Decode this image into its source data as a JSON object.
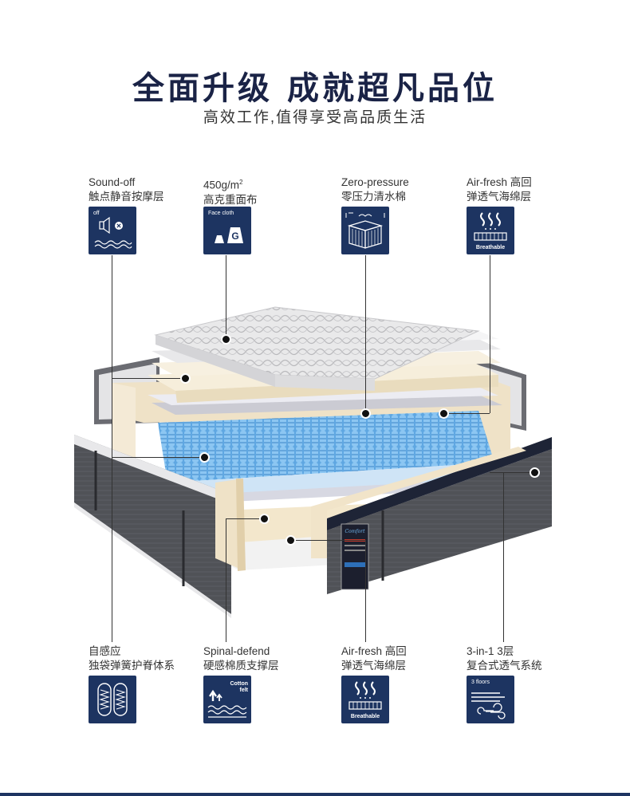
{
  "header": {
    "title": "全面升级  成就超凡品位",
    "subtitle": "高效工作,值得享受高品质生活"
  },
  "features_top": [
    {
      "en": "Sound-off",
      "zh": "触点静音按摩层",
      "icon": "sound-off-icon",
      "tile_text": "off"
    },
    {
      "en": "450g/m",
      "en_sup": "2",
      "zh": "高克重面布",
      "icon": "face-cloth-icon",
      "tile_text": "Face cloth",
      "glyph": "G"
    },
    {
      "en": "Zero-pressure",
      "zh": "零压力清水棉",
      "icon": "foam-cube-icon"
    },
    {
      "en": "Air-fresh 高回",
      "zh": "弹透气海绵层",
      "icon": "breathable-icon",
      "tile_text": "Breathable"
    }
  ],
  "features_bottom": [
    {
      "en": "自感应",
      "zh": "独袋弹簧护脊体系",
      "icon": "pocket-spring-icon"
    },
    {
      "en": "Spinal-defend",
      "zh": "硬感棉质支撑层",
      "icon": "cotton-felt-icon",
      "tile_text": "Cotton felt"
    },
    {
      "en": "Air-fresh 高回",
      "zh": "弹透气海绵层",
      "icon": "breathable-icon",
      "tile_text": "Breathable"
    },
    {
      "en": "3-in-1 3层",
      "zh": "复合式透气系统",
      "icon": "three-floors-icon",
      "tile_text": "3 floors"
    }
  ],
  "label_card": {
    "brand": "Comfort"
  },
  "colors": {
    "navy": "#1d3461",
    "title": "#1a2346",
    "foam": "#f1e6cf",
    "spring": "#6fb2e8"
  }
}
